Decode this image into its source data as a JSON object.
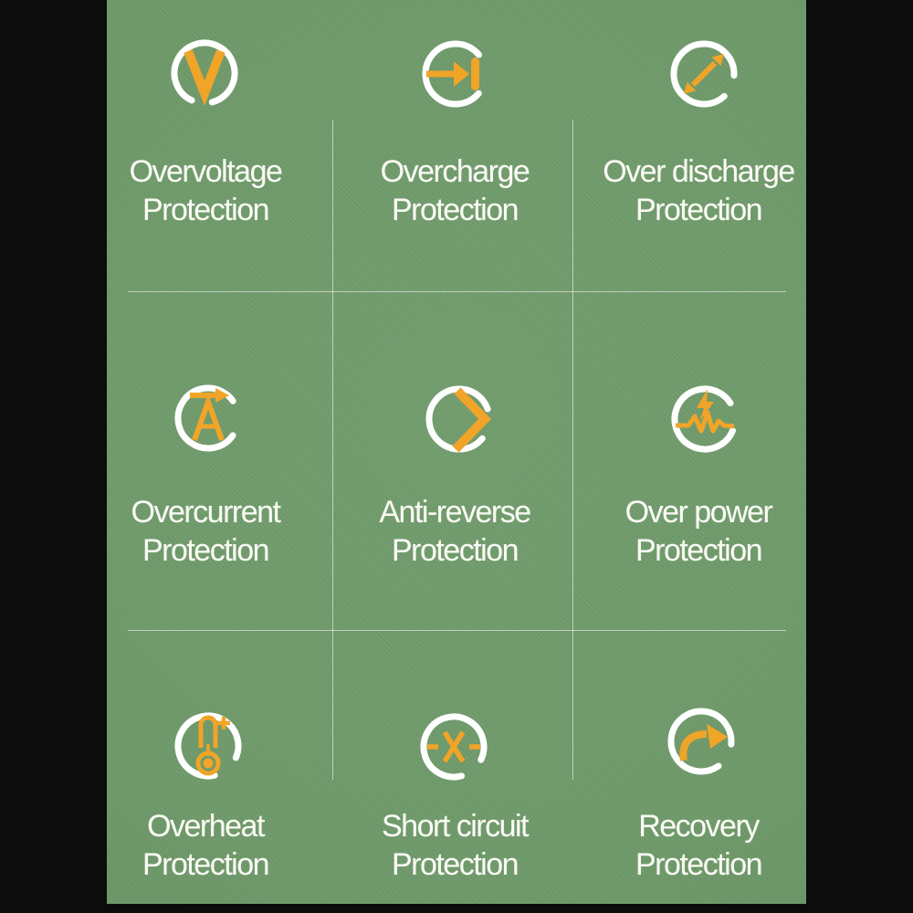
{
  "panel": {
    "background_color": "#6f9a6a",
    "accent_color": "#f0a428",
    "ring_color": "#ffffff",
    "text_color": "#fafaf4",
    "divider_color": "rgba(255,255,255,0.55)"
  },
  "features": [
    {
      "label_line1": "Overvoltage",
      "label_line2": "Protection",
      "icon": "overvoltage-v-icon"
    },
    {
      "label_line1": "Overcharge",
      "label_line2": "Protection",
      "icon": "overcharge-arrow-bar-icon"
    },
    {
      "label_line1": "Over discharge",
      "label_line2": "Protection",
      "icon": "discharge-arrows-icon"
    },
    {
      "label_line1": "Overcurrent",
      "label_line2": "Protection",
      "icon": "overcurrent-ampere-arrow-icon"
    },
    {
      "label_line1": "Anti-reverse",
      "label_line2": "Protection",
      "icon": "anti-reverse-chevron-icon"
    },
    {
      "label_line1": "Over power",
      "label_line2": "Protection",
      "icon": "over-power-bolt-wave-icon"
    },
    {
      "label_line1": "Overheat",
      "label_line2": "Protection",
      "icon": "overheat-thermometer-icon"
    },
    {
      "label_line1": "Short circuit",
      "label_line2": "Protection",
      "icon": "short-circuit-x-icon"
    },
    {
      "label_line1": "Recovery",
      "label_line2": "Protection",
      "icon": "recovery-arrow-icon"
    }
  ]
}
